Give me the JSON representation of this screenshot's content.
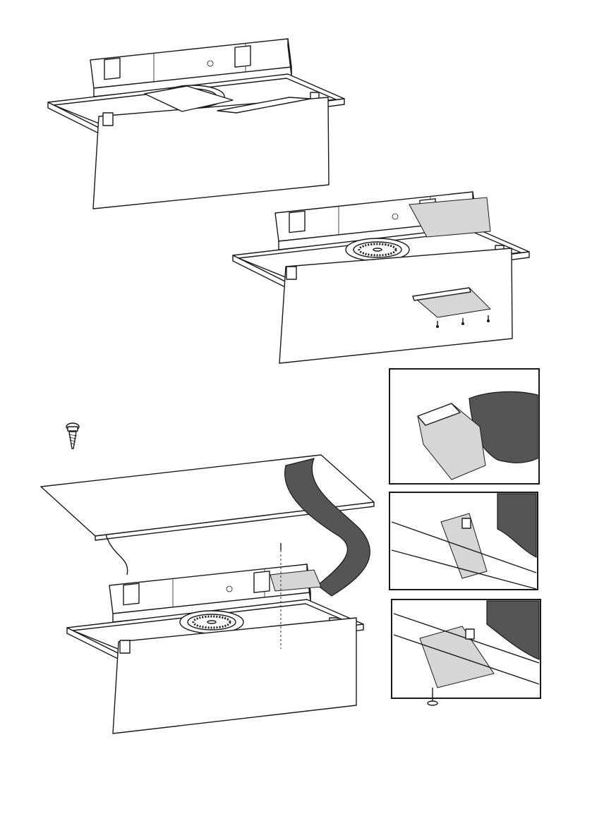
{
  "figure": {
    "steps": [
      {
        "name": "step-1"
      },
      {
        "name": "step-2"
      },
      {
        "name": "step-3"
      }
    ],
    "details": [
      {
        "name": "duct-adapter-detail"
      },
      {
        "name": "adapter-attached-detail"
      },
      {
        "name": "screw-fixing-detail"
      }
    ]
  },
  "colors": {
    "outline": "#1a1a1a",
    "highlight": "#d6d6d6",
    "duct": "#555555",
    "background": "#ffffff"
  }
}
